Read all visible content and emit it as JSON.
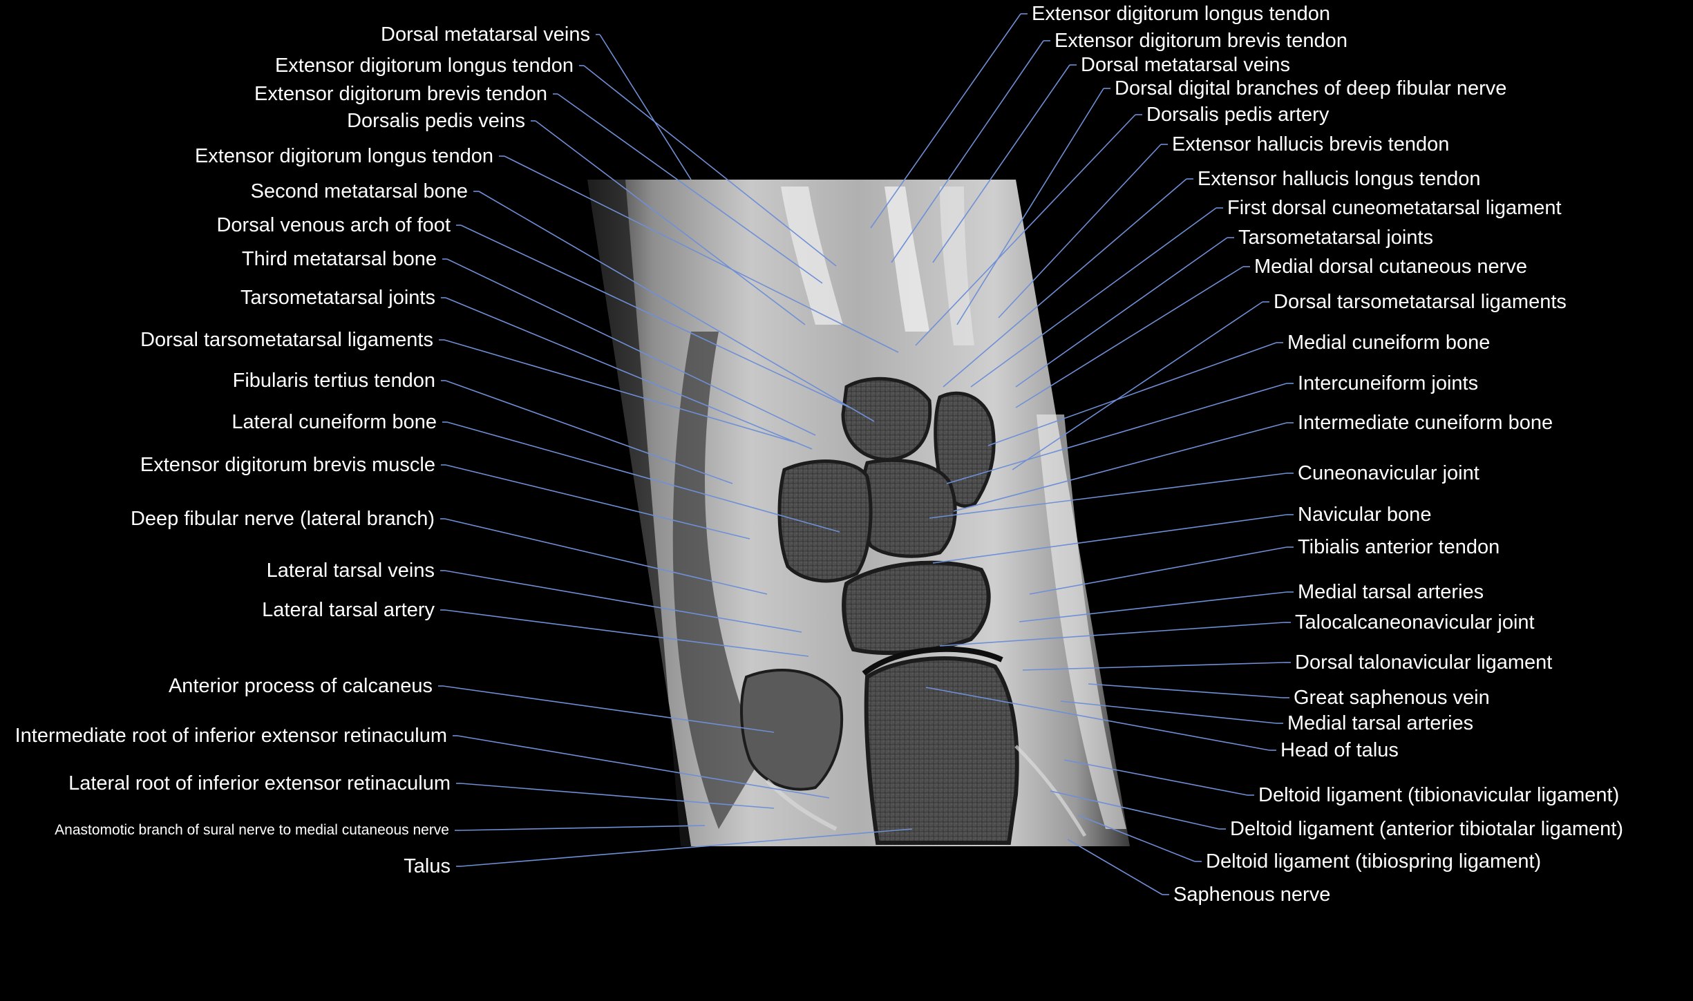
{
  "diagram": {
    "left_labels": [
      "Dorsal metatarsal veins",
      "Extensor digitorum longus tendon",
      "Extensor digitorum brevis tendon",
      "Dorsalis pedis veins",
      "Extensor digitorum longus tendon",
      "Second metatarsal bone",
      "Dorsal venous arch of foot",
      "Third metatarsal bone",
      "Tarsometatarsal joints",
      "Dorsal tarsometatarsal ligaments",
      "Fibularis tertius tendon",
      "Lateral cuneiform bone",
      "Extensor digitorum brevis muscle",
      "Deep fibular nerve (lateral branch)",
      "Lateral tarsal veins",
      "Lateral tarsal artery",
      "Anterior process of calcaneus",
      "Intermediate root of inferior extensor retinaculum",
      "Lateral root of inferior extensor retinaculum",
      "Anastomotic branch of sural nerve to medial cutaneous nerve",
      "Talus"
    ],
    "right_labels": [
      "Extensor digitorum longus tendon",
      "Extensor digitorum brevis tendon",
      "Dorsal metatarsal veins",
      "Dorsal digital branches of deep fibular nerve",
      "Dorsalis pedis artery",
      "Extensor hallucis brevis tendon",
      "Extensor hallucis longus tendon",
      "First dorsal cuneometatarsal ligament",
      "Tarsometatarsal joints",
      "Medial dorsal cutaneous nerve",
      "Dorsal tarsometatarsal ligaments",
      "Medial cuneiform bone",
      "Intercuneiform joints",
      "Intermediate cuneiform bone",
      "Cuneonavicular joint",
      "Navicular bone",
      "Tibialis anterior tendon",
      "Medial tarsal arteries",
      "Talocalcaneonavicular joint",
      "Dorsal talonavicular ligament",
      "Great saphenous vein",
      "Medial tarsal arteries",
      "Head of talus",
      "Deltoid ligament (tibionavicular ligament)",
      "Deltoid ligament (anterior tibiotalar ligament)",
      "Deltoid ligament (tibiospring ligament)",
      "Saphenous nerve"
    ]
  },
  "colors": {
    "background": "#000000",
    "label_text": "#ffffff",
    "leader_line": "#6f8fd6"
  }
}
